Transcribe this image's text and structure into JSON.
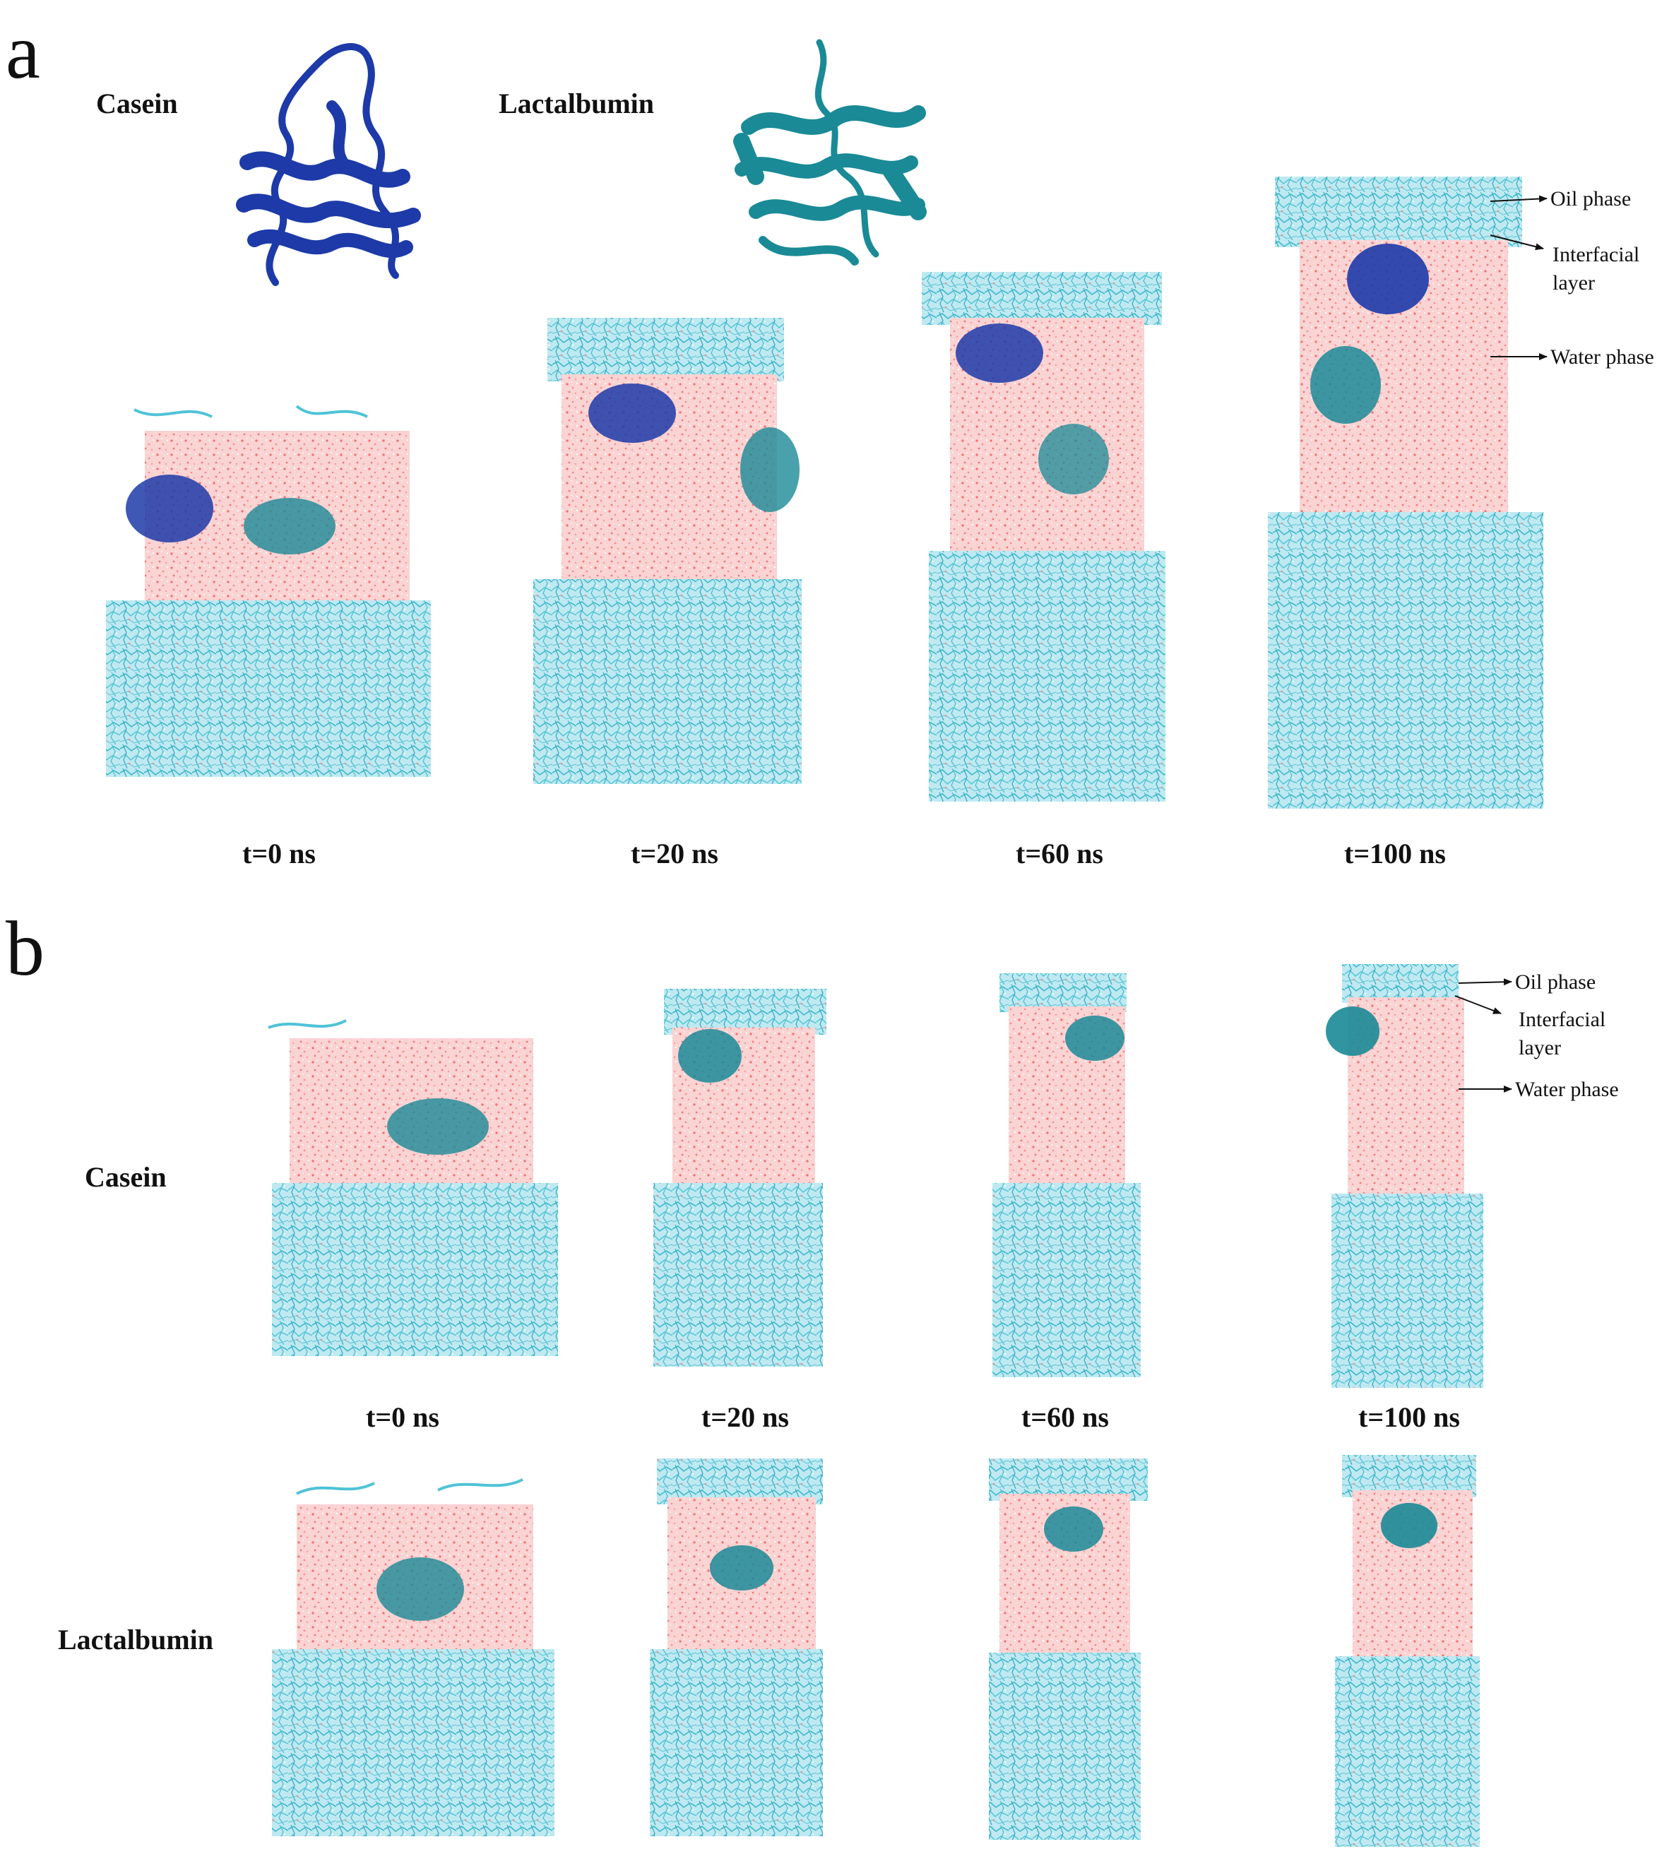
{
  "panels": [
    {
      "letter": "a",
      "protein_labels": [
        "Casein",
        "Lactalbumin"
      ],
      "time_labels": [
        "t=0 ns",
        "t=20 ns",
        "t=60 ns",
        "t=100 ns"
      ],
      "annotations": {
        "oil": "Oil phase",
        "interfacial_1": "Interfacial",
        "interfacial_2": "layer",
        "water": "Water phase"
      }
    },
    {
      "letter": "b",
      "row_labels": [
        "Casein",
        "Lactalbumin"
      ],
      "time_labels": [
        "t=0 ns",
        "t=20 ns",
        "t=60 ns",
        "t=100 ns"
      ],
      "annotations": {
        "oil": "Oil phase",
        "interfacial_1": "Interfacial",
        "interfacial_2": "layer",
        "water": "Water phase"
      }
    }
  ],
  "colors": {
    "oil": "#4fc3d6",
    "water": "#f7b2b2",
    "casein": "#1d3aa8",
    "lactalbumin": "#1a8a96"
  }
}
